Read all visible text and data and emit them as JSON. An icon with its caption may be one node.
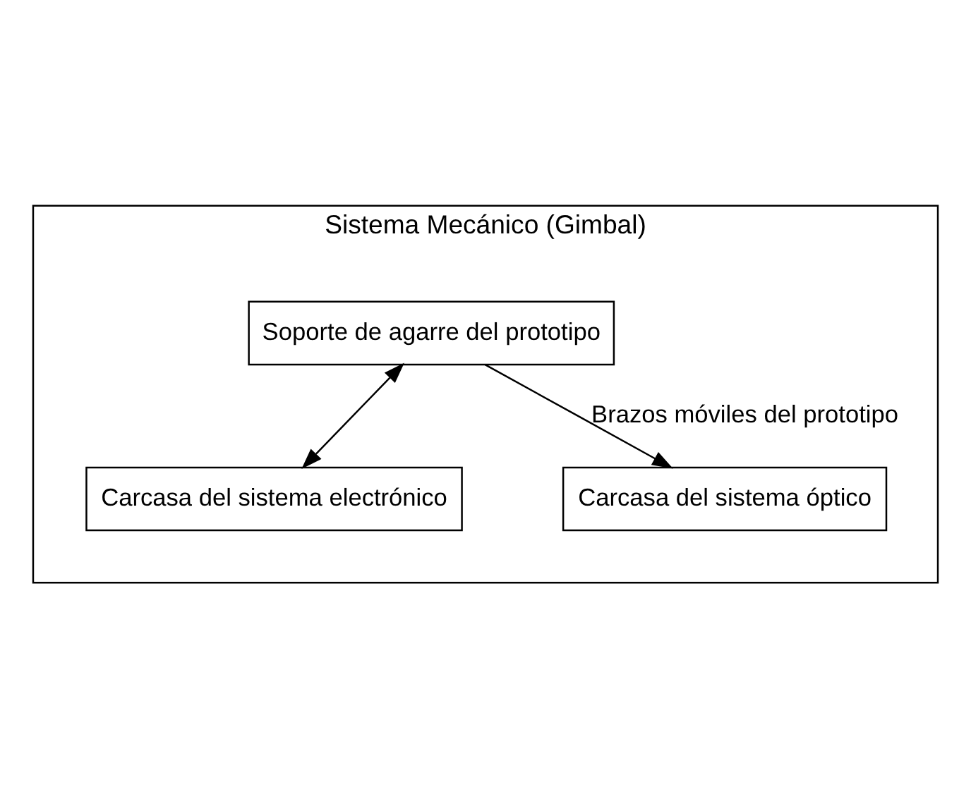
{
  "diagram": {
    "nodes": [
      {
        "text": [
          "Sistema Mecánico (Gimbal)"
        ]
      },
      {
        "text": [
          "Soporte de agarre del prototipo"
        ],
        "in": 0
      },
      {
        "text": [
          "Carcasa del sistema electrónico"
        ],
        "in": 0
      },
      {
        "text": [
          "Carcasa del sistema óptico"
        ],
        "in": 0
      }
    ],
    "edges": [
      {
        "from": 1,
        "to": 2,
        "arrow": "both"
      },
      {
        "from": 1,
        "to": 3,
        "arrow": "to",
        "label": "Brazos móviles del prototipo"
      }
    ]
  }
}
